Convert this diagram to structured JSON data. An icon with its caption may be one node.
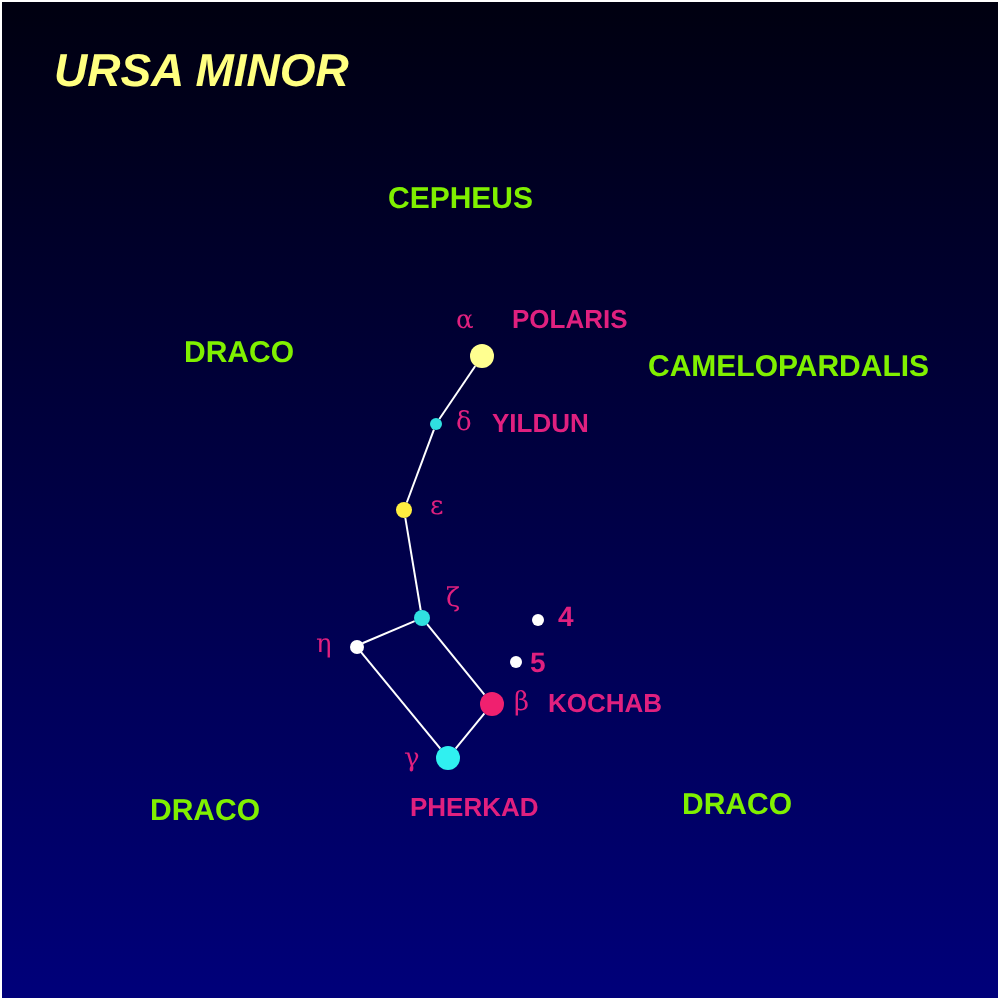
{
  "diagram": {
    "title": "URSA MINOR",
    "nodes": [
      {
        "text": [],
        "shape": "circle",
        "beside": [
          "α",
          "POLARIS"
        ]
      },
      {
        "text": [],
        "shape": "circle",
        "beside": [
          "δ",
          "YILDUN"
        ]
      },
      {
        "text": [],
        "shape": "circle",
        "beside": [
          "ε"
        ]
      },
      {
        "text": [],
        "shape": "circle",
        "beside": [
          "ζ"
        ]
      },
      {
        "text": [],
        "shape": "circle",
        "beside": [
          "η"
        ]
      },
      {
        "text": [],
        "shape": "circle",
        "beside": [
          "γ",
          "PHERKAD"
        ]
      },
      {
        "text": [],
        "shape": "circle",
        "beside": [
          "β",
          "KOCHAB"
        ]
      },
      {
        "text": [],
        "shape": "circle",
        "beside": [
          "4"
        ]
      },
      {
        "text": [],
        "shape": "circle",
        "beside": [
          "5"
        ]
      }
    ],
    "edges": [
      {
        "from": 0,
        "to": 1,
        "arrow": "none"
      },
      {
        "from": 1,
        "to": 2,
        "arrow": "none"
      },
      {
        "from": 2,
        "to": 3,
        "arrow": "none"
      },
      {
        "from": 3,
        "to": 4,
        "arrow": "none"
      },
      {
        "from": 4,
        "to": 5,
        "arrow": "none"
      },
      {
        "from": 5,
        "to": 6,
        "arrow": "none"
      },
      {
        "from": 6,
        "to": 3,
        "arrow": "none"
      }
    ],
    "labels": [
      "CEPHEUS",
      "DRACO",
      "CAMELOPARDALIS",
      "DRACO",
      "DRACO"
    ]
  }
}
